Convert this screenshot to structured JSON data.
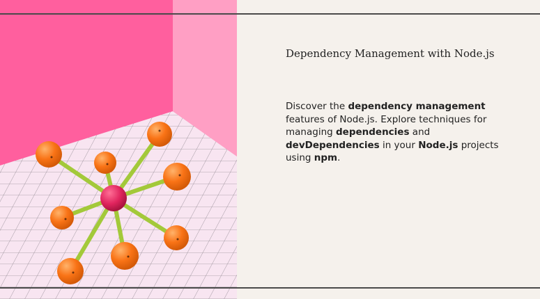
{
  "slide": {
    "title": "Dependency Management with Node.js",
    "description": {
      "p1": "Discover the ",
      "b1": "dependency management",
      "p2": " features of Node.js. Explore techniques for managing ",
      "b2": "dependencies",
      "p3": " and ",
      "b3": "devDependencies",
      "p4": " in your ",
      "b4": "Node.js",
      "p5": " projects using ",
      "b5": "npm",
      "p6": "."
    }
  },
  "image": {
    "subject": "molecule-model-icon",
    "colors": {
      "wall": "#ff5f9e",
      "wall_right": "#ff9fc4",
      "floor": "#f4d8ea",
      "center_ball": "#e0245e",
      "outer_ball": "#f97316",
      "stick": "#a3c93a"
    }
  },
  "colors": {
    "background": "#f5f1ec",
    "rule": "#4a4a4a",
    "text": "#222222"
  }
}
